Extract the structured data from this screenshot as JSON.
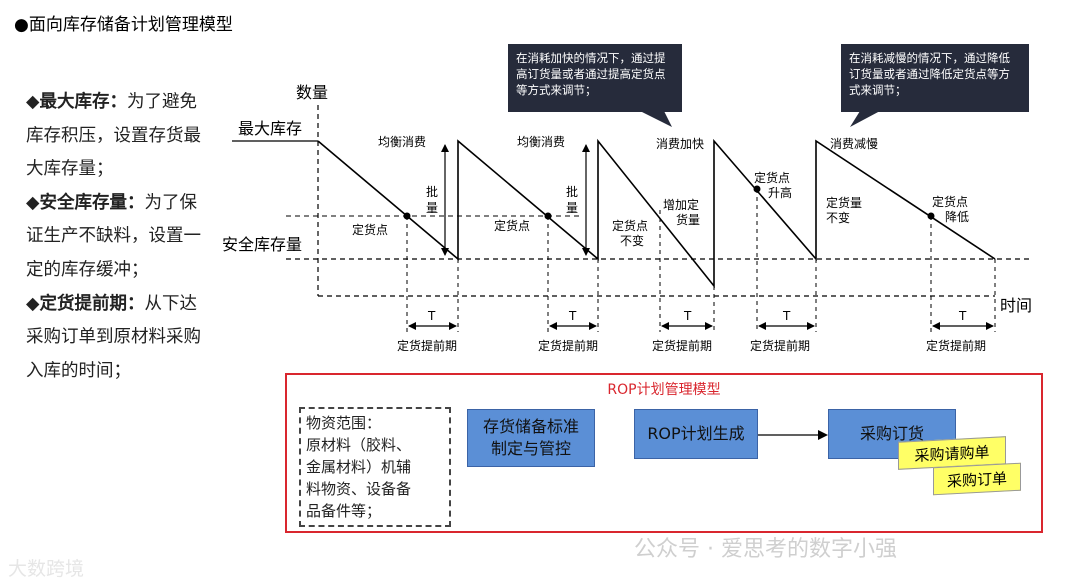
{
  "page_title": "●面向库存储备计划管理模型",
  "definitions": [
    {
      "term": "◆最大库存：",
      "text": "为了避免库存积压，设置存货最大库存量；"
    },
    {
      "term": "◆安全库存量：",
      "text": "为了保证生产不缺料，设置一定的库存缓冲；"
    },
    {
      "term": "◆定货提前期：",
      "text": "从下达采购订单到原材料采购入库的时间；"
    }
  ],
  "axis": {
    "y_label": "数量",
    "x_label": "时间",
    "max_stock": "最大库存",
    "safety_stock": "安全库存量"
  },
  "phases": [
    "均衡消费",
    "均衡消费",
    "消费加快",
    "消费减慢"
  ],
  "annotations": {
    "reorder_point": "定货点",
    "batch": [
      "批",
      "量"
    ],
    "reorder_unchanged": [
      "定货点",
      "不变"
    ],
    "increase_qty": [
      "增加定",
      "货量"
    ],
    "reorder_raised": [
      "定货点",
      "升高"
    ],
    "qty_unchanged": [
      "定货量",
      "不变"
    ],
    "reorder_lowered": [
      "定货点",
      "降低"
    ],
    "period_T": "T",
    "lead_time": "定货提前期"
  },
  "callouts": [
    "在消耗加快的情况下，通过提高订货量或者通过提高定货点等方式来调节；",
    "在消耗减慢的情况下，通过降低订货量或者通过降低定货点等方式来调节；"
  ],
  "rop": {
    "title": "ROP计划管理模型",
    "scope": [
      "物资范围：",
      "原材料（胶料、",
      "金属材料）机辅",
      "料物资、设备备",
      "品备件等；"
    ],
    "box1": [
      "存货储备标准",
      "制定与管控"
    ],
    "box2": "ROP计划生成",
    "box3": "采购订货",
    "note1": "采购请购单",
    "note2": "采购订单"
  },
  "watermark": "公众号 · 爱思考的数字小强",
  "logo_text": "大数跨境",
  "colors": {
    "accent_red": "#d9262e",
    "box_blue": "#5b8fd6",
    "note_yellow": "#ffff66",
    "callout_bg": "#262b3b"
  }
}
